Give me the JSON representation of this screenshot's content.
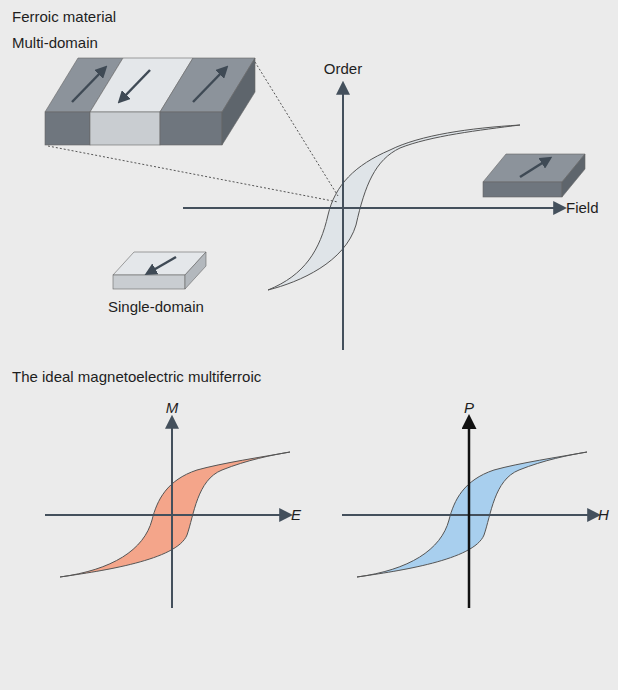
{
  "diagram": {
    "title": "Ferroic material",
    "labels": [
      "Multi-domain",
      "Order",
      "Field",
      "Single-domain",
      "The ideal magnetoelectric multiferroic",
      "M",
      "E",
      "P",
      "H"
    ]
  }
}
